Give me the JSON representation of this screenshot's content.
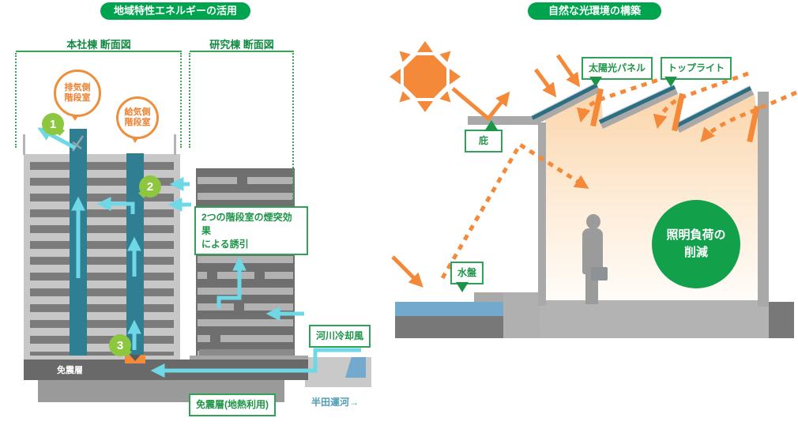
{
  "left_diagram": {
    "title": "地域特性エネルギーの活用",
    "section_labels": {
      "main_building": "本社棟 断面図",
      "research_building": "研究棟 断面図"
    },
    "stair_bubbles": {
      "exhaust": "排気側\n階段室",
      "supply": "給気側\n階段室"
    },
    "step_badges": [
      "1",
      "2",
      "3"
    ],
    "seismic_band_label": "免震層",
    "callouts": {
      "chimney_effect": "2つの階段室の煙突効果\nによる誘引",
      "river_cooling_wind": "河川冷却風",
      "seismic_geothermal": "免震層(地熱利用)",
      "canal_name": "半田運河→"
    }
  },
  "right_diagram": {
    "title": "自然な光環境の構築",
    "callouts": {
      "solar_panel": "太陽光パネル",
      "toplight": "トップライト",
      "eaves": "庇",
      "water_basin": "水盤",
      "lighting_load_reduction": "照明負荷の\n削減"
    }
  },
  "colors": {
    "brand_green": "#00a44f",
    "label_green": "#1d9448",
    "badge_green": "#8dc63f",
    "highlight_circle_green": "#12a04b",
    "orange": "#f48939",
    "cyan_arrow": "#6fd8e6",
    "shaft_teal": "#2f7e91",
    "solar_panel_teal": "#2e6e82",
    "water_blue": "#73a9cd",
    "canal_text_teal": "#4e9db5"
  }
}
